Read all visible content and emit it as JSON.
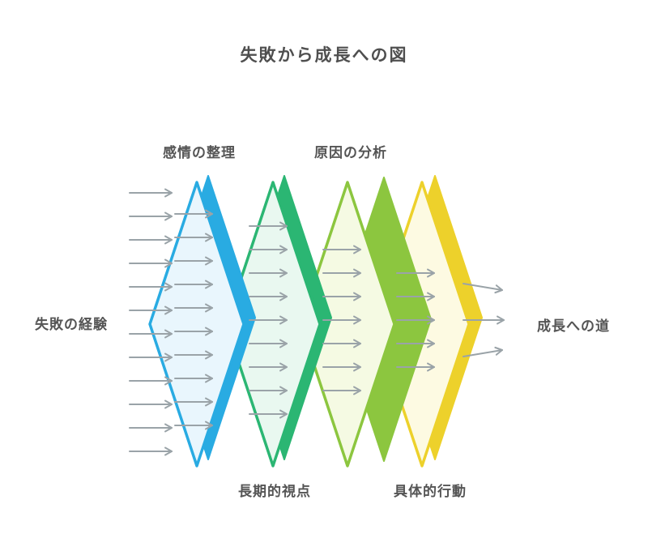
{
  "title": "失敗から成長への図",
  "input_label": "失敗の経験",
  "output_label": "成長への道",
  "filters": [
    {
      "label": "感情の整理",
      "label_position": "top",
      "stroke": "#29abe2",
      "fill": "#e9f6fd"
    },
    {
      "label": "長期的視点",
      "label_position": "bottom",
      "stroke": "#2bb673",
      "fill": "#e9f8f0"
    },
    {
      "label": "原因の分析",
      "label_position": "top",
      "stroke": "#8cc63f",
      "fill": "#f5fae3"
    },
    {
      "label": "具体的行動",
      "label_position": "bottom",
      "stroke": "#edd12b",
      "fill": "#fdfae2"
    }
  ],
  "flow": {
    "direction": "left-to-right",
    "stage_arrow_counts": [
      12,
      10,
      9,
      7,
      5,
      3
    ]
  },
  "colors": {
    "background": "#ffffff",
    "text": "#555555",
    "arrow": "#9aa3a8"
  }
}
